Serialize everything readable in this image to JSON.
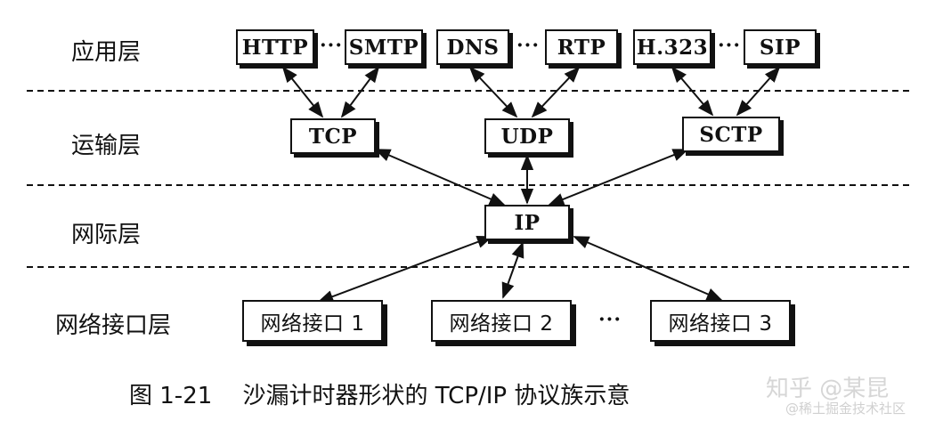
{
  "layers": {
    "application": "应用层",
    "transport": "运输层",
    "internet": "网际层",
    "network_interface": "网络接口层"
  },
  "application_protocols": {
    "http": "HTTP",
    "smtp": "SMTP",
    "dns": "DNS",
    "rtp": "RTP",
    "h323": "H.323",
    "sip": "SIP"
  },
  "transport_protocols": {
    "tcp": "TCP",
    "udp": "UDP",
    "sctp": "SCTP"
  },
  "internet_protocol": "IP",
  "network_interfaces": {
    "if1": "网络接口 1",
    "if2": "网络接口 2",
    "if3": "网络接口 3"
  },
  "ellipsis": "···",
  "caption": "图 1-21　 沙漏计时器形状的 TCP/IP 协议族示意",
  "watermark": {
    "main": "知乎 @某昆",
    "sub": "@稀土掘金技术社区"
  }
}
